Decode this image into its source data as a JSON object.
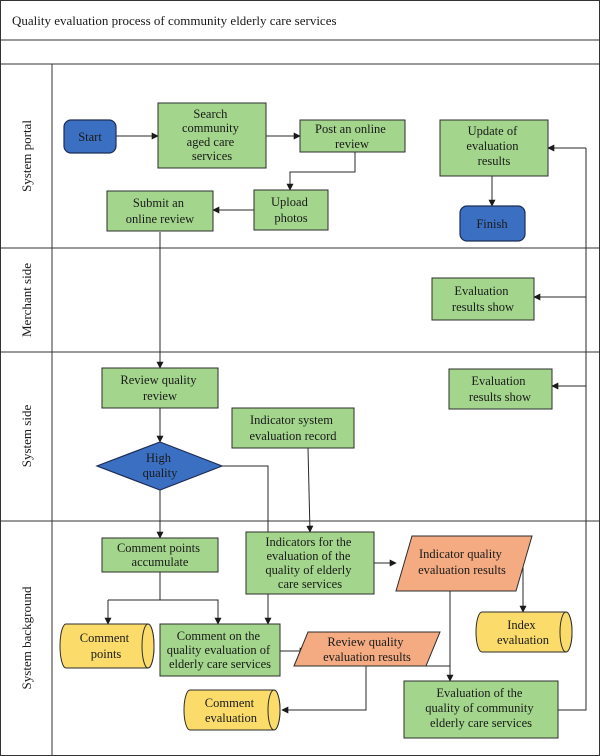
{
  "title": "Quality evaluation process of community elderly care services",
  "lanes": {
    "portal": "System portal",
    "merchant": "Merchant side",
    "system": "System side",
    "background": "System background"
  },
  "nodes": {
    "start": [
      "Start"
    ],
    "search": [
      "Search",
      "community",
      "aged care",
      "services"
    ],
    "post_review": [
      "Post an online",
      "review"
    ],
    "upload": [
      "Upload",
      "photos"
    ],
    "submit": [
      "Submit an",
      "online review"
    ],
    "update": [
      "Update of",
      "evaluation",
      "results"
    ],
    "finish": [
      "Finish"
    ],
    "merchant_show": [
      "Evaluation",
      "results show"
    ],
    "review_quality": [
      "Review quality",
      "review"
    ],
    "system_show": [
      "Evaluation",
      "results show"
    ],
    "indicator_record": [
      "Indicator system",
      "evaluation record"
    ],
    "high_quality": [
      "High",
      "quality"
    ],
    "comment_points_acc": [
      "Comment points",
      "accumulate"
    ],
    "indicators": [
      "Indicators for the",
      "evaluation of the",
      "quality of elderly",
      "care services"
    ],
    "indicator_results": [
      "Indicator quality",
      "evaluation results"
    ],
    "index_eval": [
      "Index",
      "evaluation"
    ],
    "comment_points": [
      "Comment",
      "points"
    ],
    "comment_quality": [
      "Comment on the",
      "quality evaluation of",
      "elderly care services"
    ],
    "review_results": [
      "Review quality",
      "evaluation results"
    ],
    "comment_eval": [
      "Comment",
      "evaluation"
    ],
    "eval_quality": [
      "Evaluation of the",
      "quality of community",
      "elderly care services"
    ]
  },
  "colors": {
    "process": "#a3d68c",
    "terminal": "#3b6fc2",
    "data": "#f4ab82",
    "storage": "#fbdc6b"
  }
}
